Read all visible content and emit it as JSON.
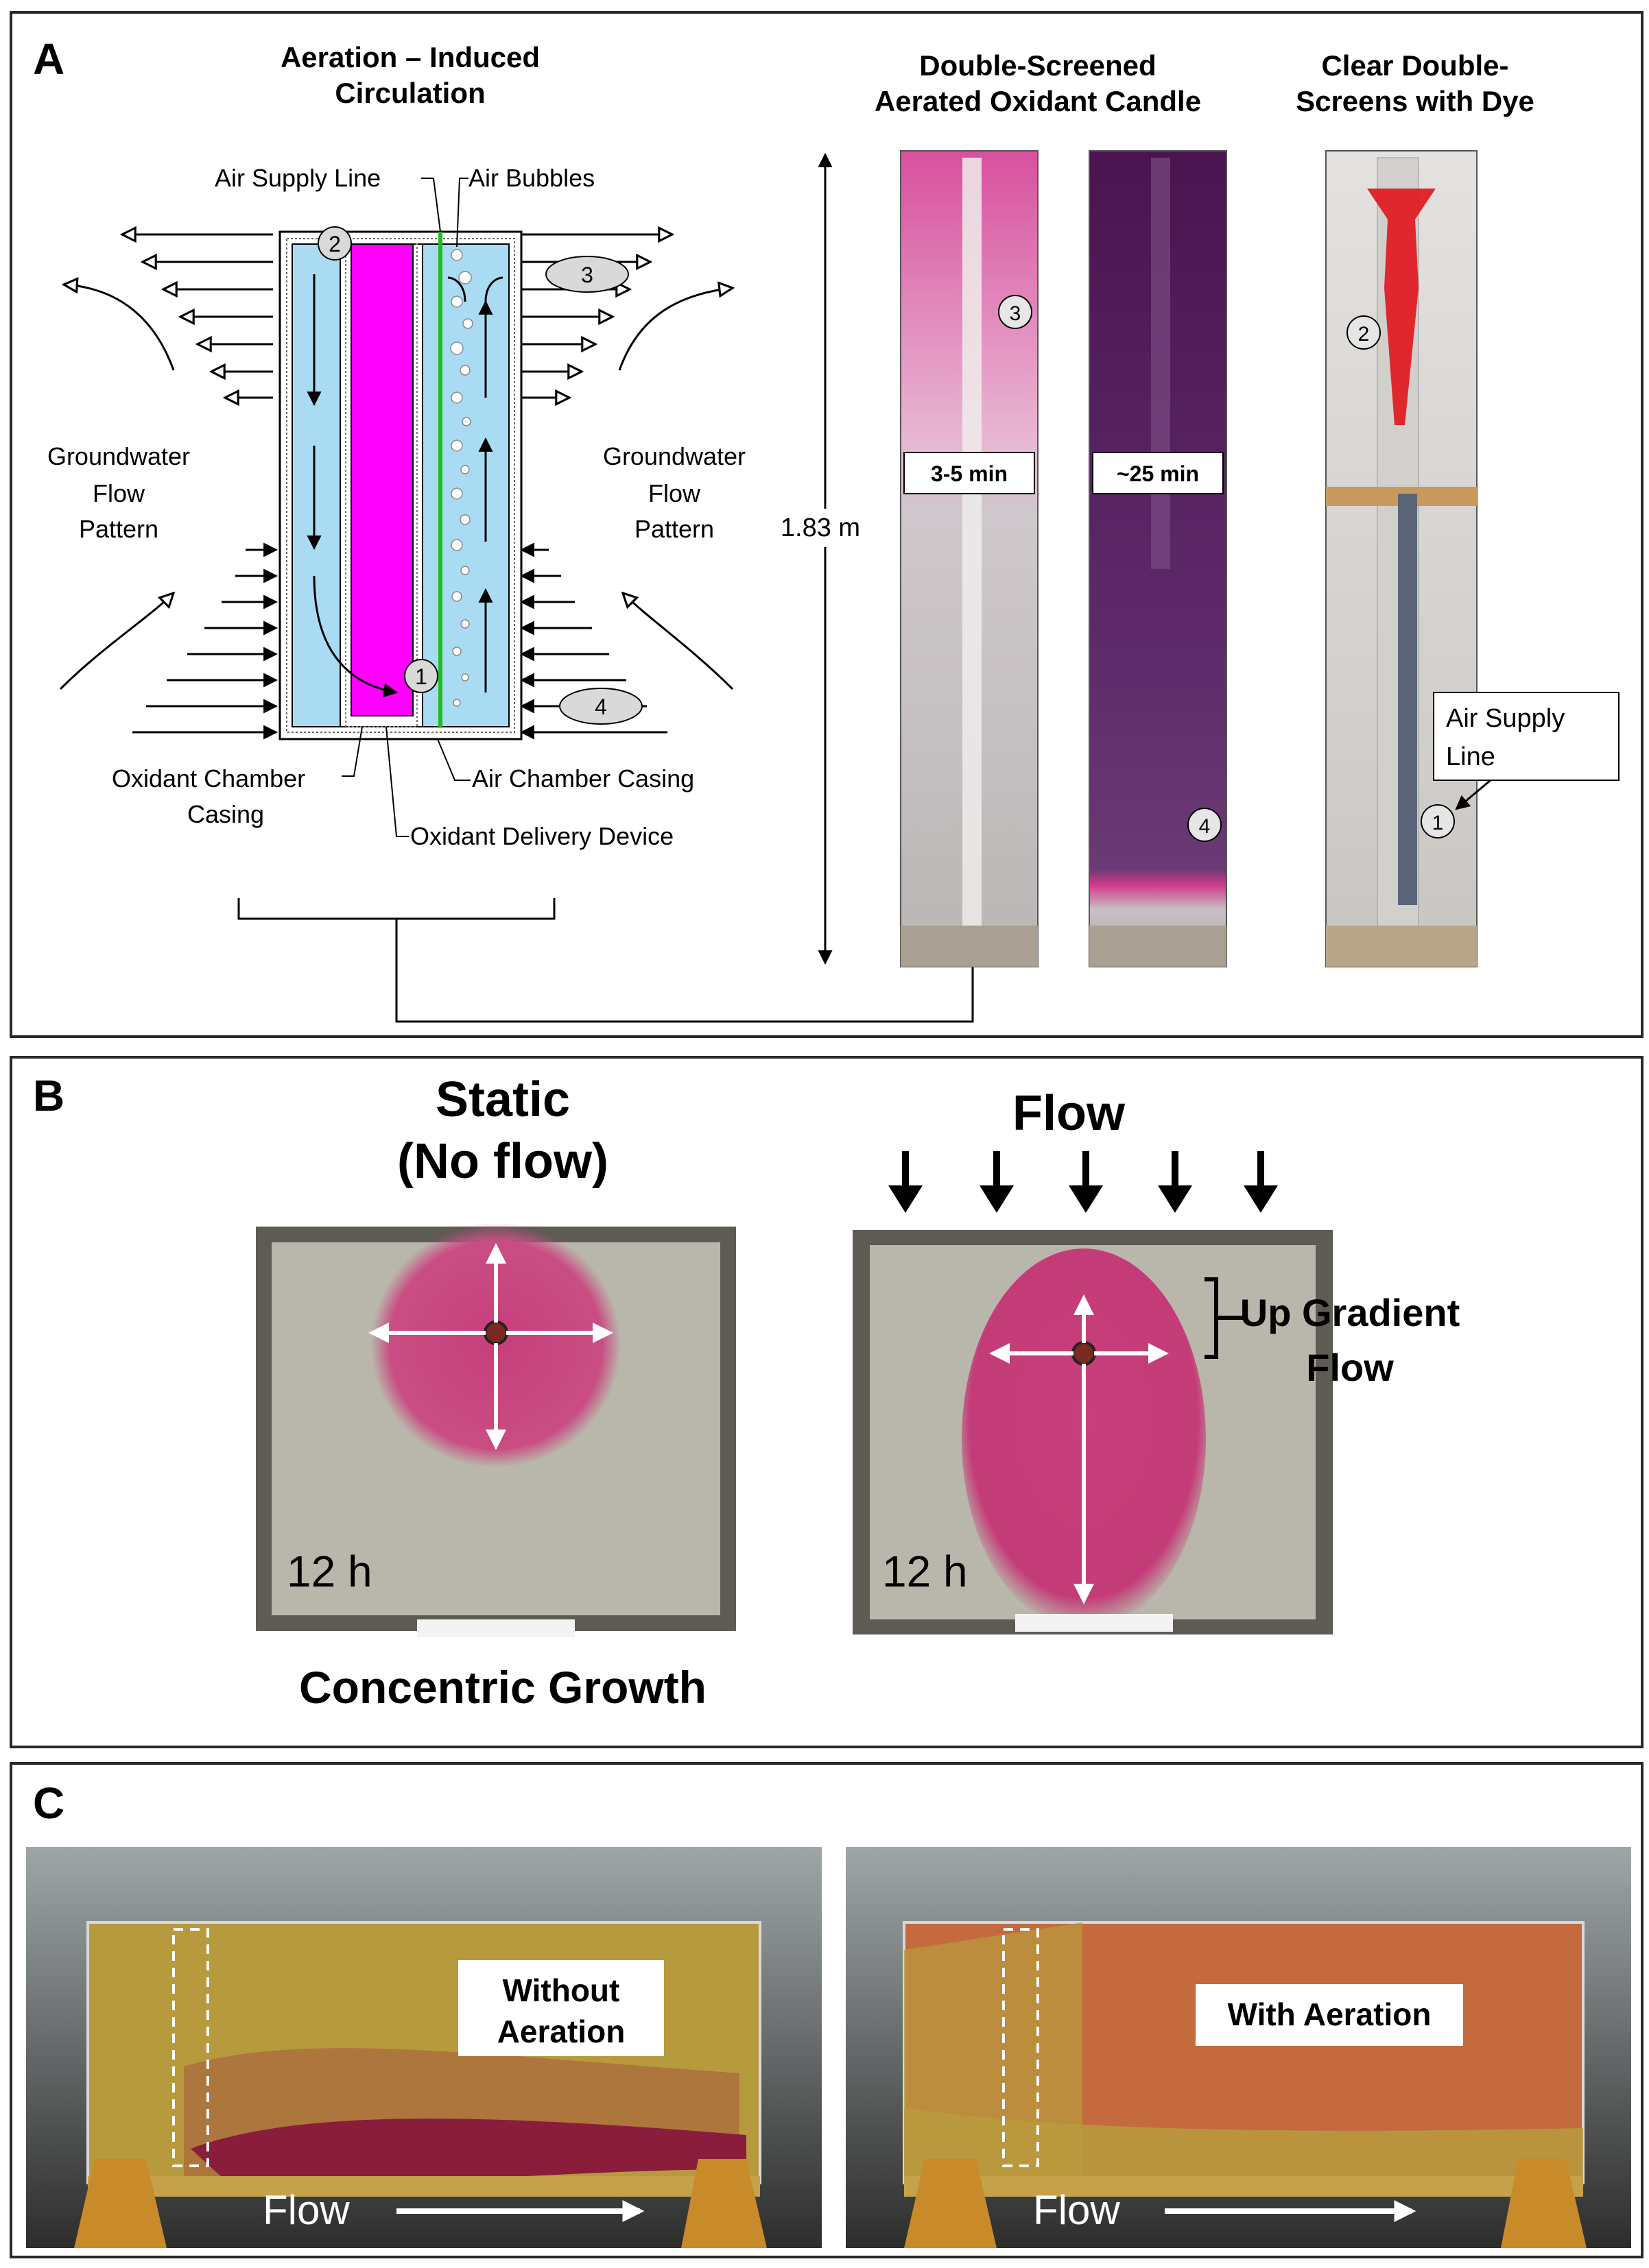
{
  "panel_a": {
    "letter": "A",
    "schematic": {
      "title_line1": "Aeration – Induced",
      "title_line2": "Circulation",
      "label_air_supply_line": "Air Supply Line",
      "label_air_bubbles": "Air Bubbles",
      "label_gw_left_1": "Groundwater",
      "label_gw_left_2": "Flow",
      "label_gw_left_3": "Pattern",
      "label_gw_right_1": "Groundwater",
      "label_gw_right_2": "Flow",
      "label_gw_right_3": "Pattern",
      "label_oxidant_chamber_1": "Oxidant Chamber",
      "label_oxidant_chamber_2": "Casing",
      "label_air_chamber": "Air Chamber Casing",
      "label_oxidant_delivery": "Oxidant Delivery Device",
      "markers": [
        "1",
        "2",
        "3",
        "4"
      ]
    },
    "height_label": "1.83 m",
    "candle": {
      "title_line1": "Double-Screened",
      "title_line2": "Aerated Oxidant Candle",
      "time_1": "3-5 min",
      "time_2": "~25 min",
      "marker_top": "3",
      "marker_bottom": "4"
    },
    "clear": {
      "title_line1": "Clear Double-",
      "title_line2": "Screens with Dye",
      "callout_line1": "Air Supply",
      "callout_line2": "Line",
      "marker_top": "2",
      "marker_bottom": "1"
    },
    "colors": {
      "water": "#a9dcf3",
      "oxidant": "#ff00ff",
      "air_line": "#22bb22"
    }
  },
  "panel_b": {
    "letter": "B",
    "static_title_line1": "Static",
    "static_title_line2": "(No flow)",
    "static_time": "12 h",
    "static_caption": "Concentric Growth",
    "flow_title": "Flow",
    "flow_time": "12 h",
    "up_gradient_line1": "Up Gradient",
    "up_gradient_line2": "Flow",
    "colors": {
      "plume": "#c23d78",
      "sand": "#b9b6ab"
    }
  },
  "panel_c": {
    "letter": "C",
    "left_label_line1": "Without",
    "left_label_line2": "Aeration",
    "left_flow": "Flow",
    "right_label": "With Aeration",
    "right_flow": "Flow",
    "colors": {
      "sand": "#b89a3e",
      "plume": "#8a1c3c",
      "aerated": "#c46a3e"
    }
  }
}
